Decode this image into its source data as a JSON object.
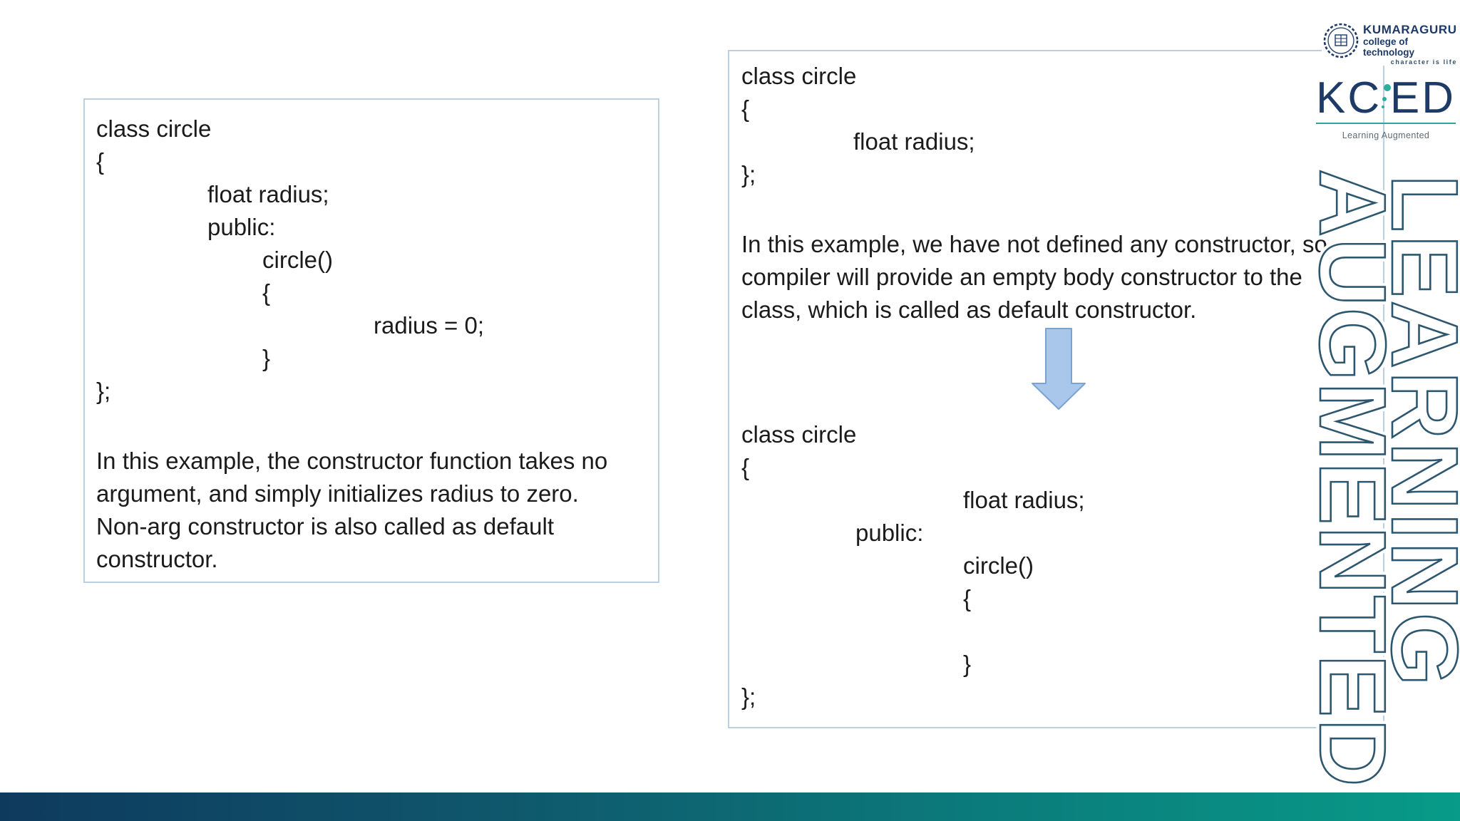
{
  "left_panel": {
    "code": [
      "class circle",
      "{",
      "float radius;",
      "public:",
      "circle()",
      "{",
      "radius = 0;",
      "}",
      "};"
    ],
    "paragraph": [
      "In this example, the constructor function takes no",
      "argument, and simply initializes radius to zero.",
      "Non-arg constructor is also called as default",
      "constructor."
    ]
  },
  "right_panel": {
    "code_top": [
      "class circle",
      "{",
      "float radius;",
      "};"
    ],
    "paragraph": [
      "In this example, we have not defined any constructor, so",
      "compiler will provide an empty body constructor to the",
      "class, which is called as default constructor."
    ],
    "code_bottom": [
      "class circle",
      "{",
      "float radius;",
      "public:",
      "circle()",
      "{",
      "",
      "}",
      "};"
    ]
  },
  "watermark": {
    "word_left_column": "AUGMENTED",
    "word_right_column": "LEARNING",
    "outline_color_top": "#2d566f",
    "outline_color_bottom": "#0f9e8a"
  },
  "kct_logo": {
    "line1": "KUMARAGURU",
    "line2": "college of technology",
    "tagline": "character is life",
    "color": "#1d3a66"
  },
  "kced_logo": {
    "kc": "KC",
    "ed": "ED",
    "tagline": "Learning Augmented",
    "text_color": "#1d3b66",
    "accent_color": "#2aae9e"
  },
  "arrow": {
    "fill": "#a9c7eb",
    "border": "#7ba2d1"
  },
  "footer_bar": {
    "gradient_left": "#0e3a5e",
    "gradient_right": "#089b88"
  },
  "panel_border_color": "#bdd0e2"
}
